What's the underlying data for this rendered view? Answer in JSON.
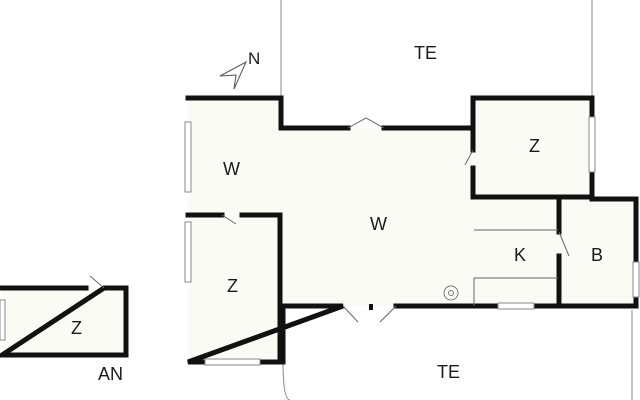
{
  "rooms": {
    "terrace_top": "TE",
    "terrace_bottom": "TE",
    "living_left": "W",
    "living_main": "W",
    "bedroom_top_right": "Z",
    "bedroom_left": "Z",
    "kitchen": "K",
    "bathroom": "B",
    "annex_room": "Z"
  },
  "annex_label": "AN",
  "compass": {
    "label": "N",
    "icon": "north-arrow-icon"
  },
  "colors": {
    "wall": "#111111",
    "floor": "#fbfbf6",
    "line": "#888888"
  }
}
